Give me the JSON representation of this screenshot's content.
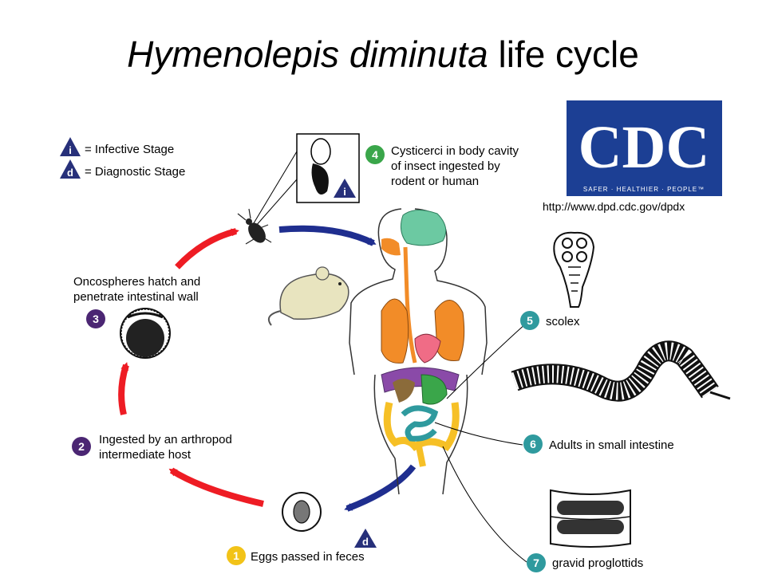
{
  "title": {
    "species": "Hymenolepis diminuta",
    "rest": " life cycle"
  },
  "legend": {
    "infective_symbol": "i",
    "infective_label": "= Infective Stage",
    "diagnostic_symbol": "d",
    "diagnostic_label": "= Diagnostic Stage"
  },
  "steps": [
    {
      "num": "1",
      "lines": [
        "Eggs passed in feces"
      ],
      "color": "#f2c318"
    },
    {
      "num": "2",
      "lines": [
        "Ingested by an arthropod",
        "intermediate host"
      ],
      "color": "#4b2673"
    },
    {
      "num": "3",
      "lines": [
        "Oncospheres hatch and",
        "penetrate intestinal wall"
      ],
      "color": "#4b2673"
    },
    {
      "num": "4",
      "lines": [
        "Cysticerci in body cavity",
        "of insect ingested by",
        "rodent or human"
      ],
      "color": "#3aa64a"
    },
    {
      "num": "5",
      "lines": [
        "scolex"
      ],
      "color": "#2f9a9e"
    },
    {
      "num": "6",
      "lines": [
        "Adults in small intestine"
      ],
      "color": "#2f9a9e"
    },
    {
      "num": "7",
      "lines": [
        "gravid proglottids"
      ],
      "color": "#2f9a9e"
    }
  ],
  "badges": {
    "infective": "i",
    "diagnostic": "d"
  },
  "logo": {
    "text": "CDC",
    "tagline": "SAFER · HEALTHIER · PEOPLE™",
    "url": "http://www.dpd.cdc.gov/dpdx",
    "color": "#1c3f94"
  },
  "colors": {
    "arrow_red": "#ee1c24",
    "arrow_blue": "#1f2e8f",
    "badge_navy": "#27307a"
  }
}
